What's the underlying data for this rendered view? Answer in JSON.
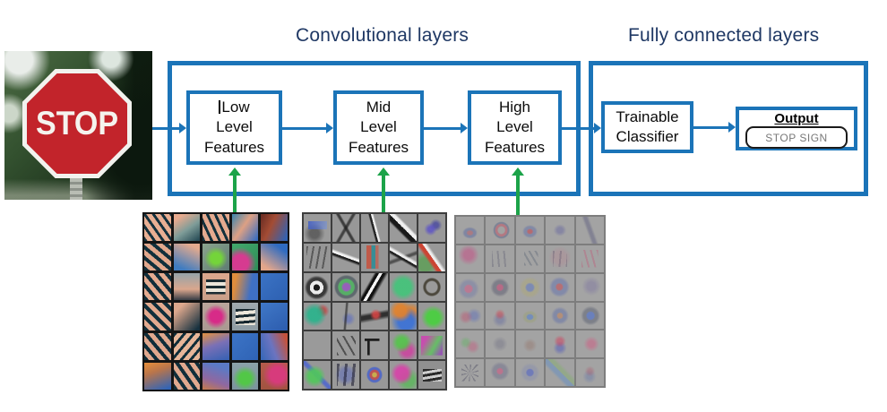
{
  "titles": {
    "conv": "Convolutional layers",
    "fc": "Fully connected layers"
  },
  "colors": {
    "box_blue": "#1B74B8",
    "title_navy": "#1F3864",
    "arrow_green": "#1CA349",
    "sign_red": "#C2242B"
  },
  "stop_sign": {
    "text": "STOP"
  },
  "boxes": {
    "low": {
      "lines": [
        "Low",
        "Level",
        "Features"
      ]
    },
    "mid": {
      "lines": [
        "Mid",
        "Level",
        "Features"
      ]
    },
    "high": {
      "lines": [
        "High",
        "Level",
        "Features"
      ]
    },
    "classifier": {
      "lines": [
        "Trainable",
        "Classifier"
      ]
    },
    "output": {
      "label": "Output",
      "value": "STOP SIGN"
    }
  },
  "grids": {
    "low": {
      "cells": [
        "repeating-linear-gradient(55deg,#14313d 0 3px,#e9af93 3px 8px)",
        "linear-gradient(145deg,#e8aa8e 15%,#7e9c98 55%,#2a4e58 95%)",
        "repeating-linear-gradient(65deg,#13303b 0 3px,#e5aa8f 3px 8px)",
        "linear-gradient(125deg,#4b88a8 5%,#dda084 45%,#3b6ec0 95%)",
        "linear-gradient(115deg,#6e2f24 5%,#a34c34 40%,#2f63b6 95%)",
        "repeating-linear-gradient(40deg,#112f3b 0 4px,#e2a88d 4px 9px)",
        "linear-gradient(205deg,#e3aa8e 15%,#3f7cc0 85%)",
        "radial-gradient(circle at 50% 55%,#74d43a 0 26%,rgba(116,212,58,0) 58%),linear-gradient(135deg,#8ba48e,#5e7b73)",
        "radial-gradient(circle at 32% 72%,#d63b90 0 30%,rgba(214,59,144,0) 60%),linear-gradient(135deg,#42a96c,#2f8d58)",
        "linear-gradient(215deg,#2f6bc0 20%,#e2a68b 85%)",
        "repeating-linear-gradient(50deg,#102e3a 0 4px,#e4ab90 4px 9px)",
        "linear-gradient(180deg,#9aa3a7 5%,#daa78d 60%,#3e4148 98%)",
        "repeating-linear-gradient(180deg,#1b2b31 0 3px,#ece6da 3px 7px) 50% 50%/72% 55% no-repeat,linear-gradient(#dca78d,#c99f89)",
        "linear-gradient(100deg,#e08d3c 15%,#3f70c4 70%)",
        "linear-gradient(135deg,#3b73c5,#2d60b1)",
        "repeating-linear-gradient(45deg,#112f3b 0 4px,#e3aa8f 4px 9px)",
        "linear-gradient(135deg,#dda88d 20%,#17313f 92%)",
        "radial-gradient(circle at 50% 50%,#d72b88 0 30%,rgba(215,43,136,0) 62%),linear-gradient(#baa59b,#a99991)",
        "repeating-linear-gradient(175deg,#16272f 0 3px,#ece6da 3px 7px) 50% 50%/75% 58% no-repeat,linear-gradient(#a0a9ae,#8d9ba3)",
        "linear-gradient(145deg,#4078c7,#2c5cae)",
        "repeating-linear-gradient(50deg,#0f2d39 0 4px,#e0a88e 4px 9px)",
        "repeating-linear-gradient(130deg,#0f2d39 0 3px,#e7b699 3px 8px)",
        "linear-gradient(160deg,#d88e4b 5%,#7a70b6 45%,#3a62b4 95%)",
        "linear-gradient(135deg,#3c74c6,#2f63b5)",
        "linear-gradient(250deg,#c4523b 10%,#6b74c0 55%,#3968b8 95%)",
        "linear-gradient(160deg,#e08b3d 5%,#b9754b 35%,#2f64b8 95%)",
        "repeating-linear-gradient(55deg,#112e3a 0 4px,#e1a98f 4px 9px)",
        "linear-gradient(200deg,#5b7ac5 20%,#8f68a0 65%,#c67c4b 100%)",
        "radial-gradient(circle at 50% 58%,#52c747 0 28%,rgba(82,199,71,0) 60%),linear-gradient(#8ba1a9,#7b949d)",
        "radial-gradient(circle at 62% 45%,#d73b7c 0 33%,rgba(215,59,124,0) 66%),linear-gradient(#b55b4b,#a15340)"
      ]
    },
    "mid": {
      "cells": [
        "linear-gradient(100deg,rgba(60,90,200,.8),rgba(120,150,220,.55)) 50% 35%/70% 30% no-repeat,radial-gradient(circle at 40% 70%,rgba(40,40,40,.5) 0 18%,rgba(40,40,40,0) 42%),#9b9b9b",
        "linear-gradient(60deg,rgba(0,0,0,0) 44%,rgba(30,30,30,.75) 48% 52%,rgba(0,0,0,0) 56%),linear-gradient(-60deg,rgba(0,0,0,0) 44%,rgba(30,30,30,.7) 48% 52%,rgba(0,0,0,0) 56%),#989898",
        "linear-gradient(75deg,rgba(0,0,0,0) 42%,#222 45% 50%,#eee 50% 55%,rgba(0,0,0,0) 58%),#979797",
        "linear-gradient(45deg,rgba(0,0,0,0) 35%,#1a1a1a 40% 50%,#f0f0f0 50% 58%,rgba(0,0,0,0) 63%),#9a9a9a",
        "radial-gradient(circle at 45% 55%,rgba(90,80,200,.8) 0 12%,rgba(90,80,200,0) 30%),radial-gradient(circle at 65% 40%,rgba(60,60,160,.7) 0 10%,rgba(60,60,160,0) 26%),#999999",
        "repeating-linear-gradient(100deg,rgba(40,40,40,.55) 0 2px,rgba(0,0,0,0) 2px 7px) 50% 50%/80% 80% no-repeat,#969696",
        "linear-gradient(20deg,rgba(0,0,0,0) 40%,#1e1e1e 46% 50%,#f2f2f2 50% 55%,rgba(0,0,0,0) 61%),#9a9a9a",
        "linear-gradient(90deg,rgba(200,80,60,.85) 0 30%,rgba(40,140,150,.85) 30% 55%,rgba(200,80,60,.6) 55% 75%,rgba(0,0,0,0) 75%) 50% 50%/60% 85% no-repeat,#959595",
        "linear-gradient(30deg,rgba(0,0,0,0) 40%,#202020 45% 49%,#eeeeee 49% 54%,rgba(0,0,0,0) 60%),linear-gradient(-20deg,rgba(0,0,0,0) 42%,rgba(30,30,30,.6) 47% 51%,rgba(0,0,0,0) 57%),#9a9a9a",
        "linear-gradient(55deg,rgba(0,0,0,0) 35%,#cc4433 42% 50%,#eeeeee 50% 55%,rgba(0,0,0,0) 62%),radial-gradient(circle at 25% 75%,rgba(70,160,60,.6) 0 22%,rgba(70,160,60,0) 48%),#989898",
        "radial-gradient(circle at 48% 52%,#1a1a1a 0 16%,#ececec 16% 34%,#3a3a3a 34% 48%,rgba(58,58,58,0) 60%),#9a9a9a",
        "radial-gradient(circle at 52% 50%,rgba(150,90,190,.9) 0 18%,rgba(70,180,90,.8) 26% 40%,rgba(40,60,70,.5) 44% 55%,rgba(40,60,70,0) 62%),#969696",
        "linear-gradient(120deg,rgba(0,0,0,0) 30%,#111111 36% 42%,#f4f4f4 42% 50%,#111111 50% 56%,rgba(0,0,0,0) 64%),#9b9b9b",
        "radial-gradient(ellipse at 50% 50%,rgba(60,200,120,.85) 0 40%,rgba(60,200,120,0) 68%),#979797",
        "radial-gradient(closest-side,rgba(0,0,0,0) 40%,rgba(50,45,30,.75) 48% 60%,rgba(50,45,30,0) 68%),#9a9a9a",
        "radial-gradient(circle at 40% 45%,rgba(40,180,140,.9) 0 28%,rgba(40,180,140,0) 55%),radial-gradient(circle at 70% 30%,rgba(200,60,60,.8) 0 10%,rgba(200,60,60,0) 25%),#989898",
        "linear-gradient(95deg,rgba(0,0,0,0) 45%,rgba(30,30,30,.6) 48% 52%,rgba(0,0,0,0) 56%),radial-gradient(circle at 60% 60%,rgba(80,100,200,.5) 0 12%,rgba(80,100,200,0) 30%),#9b9b9b",
        "radial-gradient(circle at 55% 45%,rgba(220,70,70,.85) 0 12%,rgba(220,70,70,0) 28%),linear-gradient(170deg,rgba(0,0,0,0) 35%,rgba(20,20,20,.8) 45% 55%,rgba(0,0,0,0) 66%),#999999",
        "radial-gradient(circle at 40% 30%,rgba(230,130,40,.9) 0 22%,rgba(230,130,40,0) 45%),radial-gradient(circle at 60% 70%,rgba(50,110,220,.85) 0 30%,rgba(50,110,220,0) 60%),radial-gradient(circle at 80% 35%,rgba(230,130,40,.8) 0 15%,rgba(230,130,40,0) 35%),#979797",
        "radial-gradient(circle at 55% 55%,rgba(70,210,60,.9) 0 30%,rgba(70,210,60,0) 58%),#989898",
        "#9a9a9a",
        "repeating-linear-gradient(60deg,rgba(30,30,30,.6) 0 2px,rgba(0,0,0,0) 2px 8px) 50% 50%/70% 70% no-repeat,#9b9b9b",
        "linear-gradient(#1e1e1e,#1e1e1e) 30% 28%/55% 9% no-repeat,linear-gradient(#1e1e1e,#1e1e1e) 26% 60%/9% 60% no-repeat,#9a9a9a",
        "radial-gradient(circle at 45% 40%,rgba(80,200,70,.85) 0 22%,rgba(80,200,70,0) 45%),radial-gradient(circle at 65% 70%,rgba(210,60,160,.8) 0 18%,rgba(210,60,160,0) 40%),#989898",
        "linear-gradient(120deg,rgba(210,60,180,.8) 20%,rgba(90,200,90,.8) 60%,rgba(150,60,190,.7) 90%) 50% 50%/80% 70% no-repeat,#969696",
        "radial-gradient(circle at 40% 55%,rgba(80,200,90,.9) 0 26%,rgba(80,200,90,0) 50%),linear-gradient(45deg,rgba(0,0,0,0) 40%,rgba(60,90,220,.7) 46% 52%,rgba(0,0,0,0) 58%),#979797",
        "repeating-linear-gradient(95deg,rgba(30,30,50,.6) 0 3px,rgba(0,0,0,0) 3px 9px) 50% 50%/70% 80% no-repeat,radial-gradient(circle at 50% 50%,rgba(70,90,200,.4) 0 30%,rgba(70,90,200,0) 55%),#999999",
        "radial-gradient(closest-side,rgba(210,180,60,.8) 0 15%,rgba(200,60,60,.75) 22% 34%,rgba(60,90,210,.75) 40% 52%,rgba(60,90,210,0) 60%),#989898",
        "radial-gradient(circle at 45% 45%,rgba(220,60,170,.85) 0 28%,rgba(220,60,170,0) 52%),radial-gradient(circle at 70% 70%,rgba(80,190,80,.7) 0 20%,rgba(80,190,80,0) 45%),#9a9a9a",
        "repeating-linear-gradient(170deg,#2a2a2a 0 3px,#cfcfcf 3px 6px) 50% 50%/70% 45% no-repeat,#909090"
      ]
    },
    "high": {
      "cells": [
        "radial-gradient(closest-side at 50% 60%,rgba(180,60,80,.4) 0 18%,rgba(60,80,160,.35) 26% 40%,rgba(60,80,160,0) 55%),#a3a3a3",
        "radial-gradient(closest-side at 55% 50%,rgba(0,0,0,0) 25%,rgba(200,70,90,.45) 32% 45%,rgba(40,60,120,.3) 50% 58%,rgba(40,60,120,0) 65%),#a2a2a2",
        "radial-gradient(closest-side at 50% 55%,rgba(200,50,60,.5) 0 15%,rgba(70,90,170,.35) 25% 40%,rgba(70,90,170,0) 55%),#a3a3a3",
        "radial-gradient(closest-side at 50% 50%,rgba(90,90,160,.4) 0 20%,rgba(90,90,160,0) 45%),#a4a4a4",
        "linear-gradient(70deg,rgba(0,0,0,0) 40%,rgba(80,80,120,.4) 47% 53%,rgba(0,0,0,0) 60%),#a3a3a3",
        "radial-gradient(circle at 45% 35%,rgba(200,70,130,.5) 0 20%,rgba(200,70,130,0) 45%),#a3a3a3",
        "repeating-linear-gradient(85deg,rgba(90,90,110,.35) 0 2px,rgba(0,0,0,0) 2px 7px) 50% 55%/55% 60% no-repeat,#a2a2a2",
        "repeating-linear-gradient(60deg,rgba(80,90,110,.35) 0 2px,rgba(0,0,0,0) 2px 6px) 55% 50%/50% 55% no-repeat,#a3a3a3",
        "repeating-linear-gradient(95deg,rgba(100,90,110,.4) 0 2px,rgba(0,0,0,0) 2px 8px) 50% 55%/50% 60% no-repeat,radial-gradient(circle at 50% 45%,rgba(190,120,140,.25) 0 30%,rgba(190,120,140,0) 55%),#a2a2a2",
        "repeating-linear-gradient(75deg,rgba(190,90,120,.4) 0 2px,rgba(0,0,0,0) 2px 7px) 50% 50%/60% 65% no-repeat,#a3a3a3",
        "radial-gradient(circle at 45% 55%,rgba(210,80,130,.5) 0 16%,rgba(90,100,170,.3) 22% 35%,rgba(90,100,170,0) 50%),#a3a3a3",
        "radial-gradient(circle at 50% 50%,rgba(200,60,110,.55) 0 14%,rgba(60,60,90,.35) 20% 34%,rgba(60,60,90,0) 48%),#a2a2a2",
        "radial-gradient(circle at 50% 50%,rgba(80,110,200,.45) 0 18%,rgba(180,170,90,.3) 26% 40%,rgba(180,170,90,0) 55%),#a3a3a3",
        "radial-gradient(circle at 48% 48%,rgba(200,60,70,.5) 0 14%,rgba(70,90,180,.35) 20% 36%,rgba(70,90,180,0) 50%),#a3a3a3",
        "radial-gradient(circle at 55% 45%,rgba(120,110,160,.4) 0 20%,rgba(120,110,160,0) 45%),#a4a4a4",
        "radial-gradient(circle at 35% 55%,rgba(190,80,110,.45) 0 12%,rgba(190,80,110,0) 30%),radial-gradient(circle at 65% 50%,rgba(80,100,190,.4) 0 14%,rgba(80,100,190,0) 34%),#a2a2a2",
        "radial-gradient(circle at 50% 45%,rgba(210,70,80,.5) 0 10%,rgba(210,70,80,0) 26%),radial-gradient(circle at 50% 65%,rgba(80,90,160,.35) 0 14%,rgba(80,90,160,0) 34%),#a3a3a3",
        "radial-gradient(closest-side at 50% 55%,rgba(70,120,210,.5) 0 20%,rgba(150,160,90,.3) 28% 42%,rgba(150,160,90,0) 56%),#a2a2a2",
        "radial-gradient(circle at 50% 50%,rgba(200,120,70,.45) 0 12%,rgba(70,90,170,.35) 18% 32%,rgba(70,90,170,0) 46%),#a3a3a3",
        "radial-gradient(circle at 52% 50%,rgba(60,100,210,.55) 0 18%,rgba(40,50,80,.3) 24% 36%,rgba(40,50,80,0) 50%),#a2a2a2",
        "radial-gradient(circle at 35% 45%,rgba(90,180,90,.4) 0 10%,rgba(90,180,90,0) 26%),radial-gradient(circle at 60% 60%,rgba(200,80,120,.4) 0 12%,rgba(200,80,120,0) 30%),#a3a3a3",
        "radial-gradient(circle at 50% 50%,rgba(110,110,130,.4) 0 16%,rgba(110,110,130,0) 38%),#a4a4a4",
        "radial-gradient(circle at 50% 55%,rgba(150,120,110,.45) 0 14%,rgba(150,120,110,0) 34%),#a3a3a3",
        "radial-gradient(circle at 50% 40%,rgba(210,60,90,.5) 0 12%,rgba(210,60,90,0) 28%),radial-gradient(circle at 50% 65%,rgba(70,80,190,.45) 0 12%,rgba(70,80,190,0) 30%),#a2a2a2",
        "radial-gradient(circle at 55% 50%,rgba(210,90,130,.5) 0 16%,rgba(210,90,130,0) 38%),#a3a3a3",
        "repeating-conic-gradient(rgba(80,80,100,.45) 0 10deg,rgba(0,0,0,0) 10deg 36deg) 50% 50%/62% 62% no-repeat,#a3a3a3",
        "radial-gradient(circle at 50% 45%,rgba(210,70,120,.5) 0 12%,rgba(90,90,130,.35) 18% 32%,rgba(90,90,130,0) 46%),#a2a2a2",
        "radial-gradient(circle at 50% 50%,rgba(70,90,200,.55) 0 16%,rgba(120,130,180,.3) 22% 36%,rgba(120,130,180,0) 50%),#a3a3a3",
        "linear-gradient(45deg,rgba(0,0,0,0) 35%,rgba(90,140,200,.45) 42% 52%,rgba(120,180,90,.35) 52% 60%,rgba(0,0,0,0) 68%),#a2a2a2",
        "radial-gradient(circle at 50% 45%,rgba(170,90,110,.4) 0 10%,rgba(170,90,110,0) 26%),radial-gradient(circle at 48% 65%,rgba(90,110,170,.35) 0 12%,rgba(90,110,170,0) 30%),#a3a3a3"
      ]
    }
  }
}
